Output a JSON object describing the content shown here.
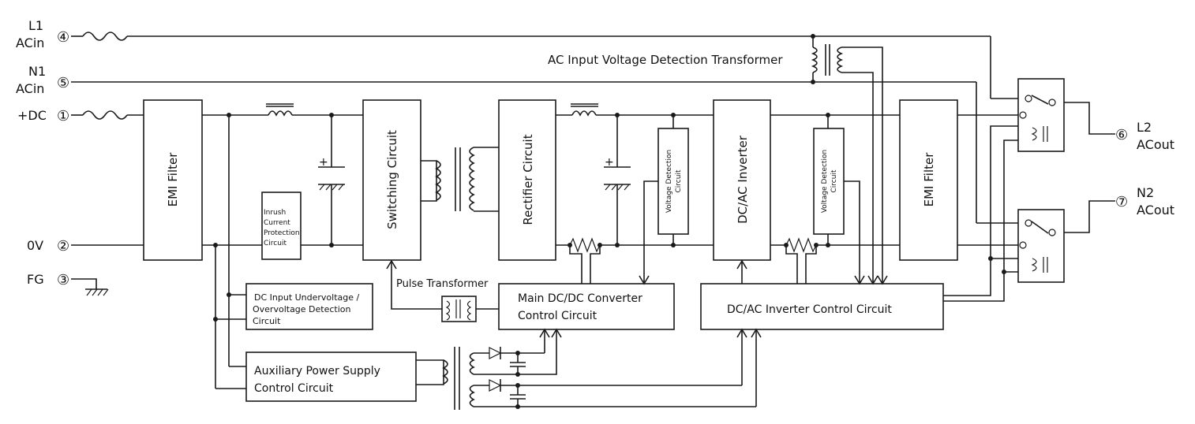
{
  "terminals": {
    "l1_label": "L1",
    "l1_sub": "ACin",
    "l1_num": "④",
    "n1_label": "N1",
    "n1_sub": "ACin",
    "n1_num": "⑤",
    "dc_label": "+DC",
    "dc_num": "①",
    "ov_label": "0V",
    "ov_num": "②",
    "fg_label": "FG",
    "fg_num": "③",
    "l2_num": "⑥",
    "l2_label": "L2",
    "l2_sub": "ACout",
    "n2_num": "⑦",
    "n2_label": "N2",
    "n2_sub": "ACout"
  },
  "blocks": {
    "emi_in": "EMI Filter",
    "inrush": [
      "Inrush",
      "Current",
      "Protection",
      "Circuit"
    ],
    "switching": "Switching Circuit",
    "rectifier": "Rectifier Circuit",
    "vdet1": [
      "Voltage Detection",
      "Circuit"
    ],
    "dcac": "DC/AC Inverter",
    "vdet2": [
      "Voltage Detection",
      "Circuit"
    ],
    "emi_out": "EMI Filter",
    "dc_uv": [
      "DC Input Undervoltage /",
      "Overvoltage Detection",
      "Circuit"
    ],
    "aux": [
      "Auxiliary Power Supply",
      "Control Circuit"
    ],
    "main_dcdc": [
      "Main DC/DC Converter",
      "Control Circuit"
    ],
    "dcac_ctrl": "DC/AC Inverter Control Circuit"
  },
  "annotations": {
    "pulse_transformer": "Pulse Transformer",
    "ac_input_transformer": "AC Input Voltage Detection Transformer"
  }
}
